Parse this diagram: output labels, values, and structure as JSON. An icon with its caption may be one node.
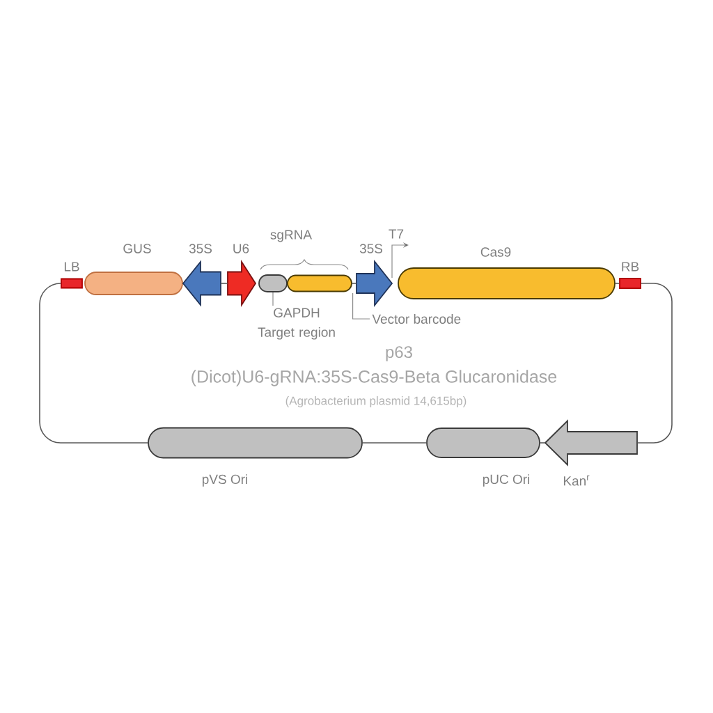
{
  "diagram": {
    "nodes": [
      {
        "text": [
          "LB"
        ]
      },
      {
        "text": [
          "GUS"
        ]
      },
      {
        "text": [
          "35S"
        ]
      },
      {
        "text": [
          "U6"
        ]
      },
      {
        "text": [],
        "shape": "bar"
      },
      {
        "text": [],
        "shape": "bar"
      },
      {
        "text": [
          "35S"
        ]
      },
      {
        "text": [
          "Cas9"
        ]
      },
      {
        "text": [
          "RB"
        ]
      },
      {
        "text": [
          "GAPDH Target region"
        ]
      },
      {
        "text": [
          "Vector barcode"
        ]
      },
      {
        "text": [
          "pVS Ori"
        ]
      },
      {
        "text": [
          "pUC Ori"
        ]
      },
      {
        "text": [
          "Kan$^{r}$"
        ]
      }
    ],
    "edges": [
      {
        "from": 2,
        "to": 3,
        "arrow": "none"
      },
      {
        "from": 5,
        "to": 6,
        "arrow": "none"
      },
      {
        "from": 7,
        "to": 8,
        "arrow": "none"
      },
      {
        "from": 8,
        "to": 13,
        "arrow": "none"
      },
      {
        "from": 13,
        "to": 12,
        "arrow": "none"
      },
      {
        "from": 12,
        "to": 11,
        "arrow": "none"
      },
      {
        "from": 11,
        "to": 0,
        "arrow": "none"
      },
      {
        "from": 9,
        "to": 4,
        "arrow": "none"
      },
      {
        "from": 10,
        "to": 6,
        "arrow": "none"
      }
    ],
    "labels": [
      "sgRNA",
      "T7",
      "p63",
      "(Dicot)U6-gRNA:35S-Cas9-Beta Glucaronidase",
      "(Agrobacterium plasmid 14,615bp)"
    ]
  }
}
